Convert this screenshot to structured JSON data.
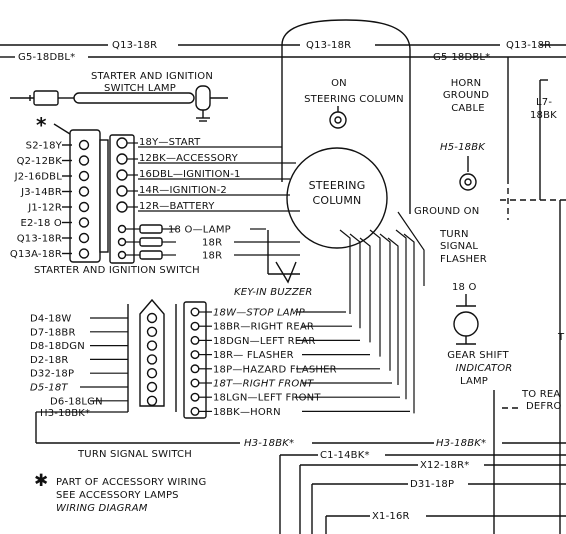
{
  "top": {
    "q13_left": "Q13-18R",
    "g5_left": "G5-18DBL*",
    "q13_mid": "Q13-18R",
    "g5_mid": "G5-18DBL*",
    "q13_right": "Q13-18R"
  },
  "starter_lamp": {
    "line1": "STARTER AND IGNITION",
    "line2": "SWITCH LAMP"
  },
  "steering_on": {
    "line1": "ON",
    "line2": "STEERING COLUMN"
  },
  "horn_ground": {
    "line1": "HORN",
    "line2": "GROUND",
    "line3": "CABLE",
    "wire": "H5-18BK"
  },
  "l7_wire": {
    "line1": "L7-",
    "line2": "18BK"
  },
  "ground_on": "GROUND ON",
  "asterisk": "*",
  "left_connector_wires": [
    "S2-18Y",
    "Q2-12BK",
    "J2-16DBL",
    "J3-14BR",
    "J1-12R",
    "E2-18 O",
    "Q13-18R",
    "Q13A-18R"
  ],
  "switch_terminals": [
    "18Y—START",
    "12BK—ACCESSORY",
    "16DBL—IGNITION-1",
    "14R—IGNITION-2",
    "12R—BATTERY"
  ],
  "lamp_wires": [
    "18 O—LAMP",
    "18R",
    "18R"
  ],
  "steering_column": {
    "line1": "STEERING",
    "line2": "COLUMN"
  },
  "starter_switch_caption": "STARTER AND IGNITION SWITCH",
  "key_buzzer": "KEY-IN BUZZER",
  "flasher": {
    "line1": "TURN",
    "line2": "SIGNAL",
    "line3": "FLASHER"
  },
  "gear_indicator": {
    "wire": "18 O",
    "line1": "GEAR SHIFT",
    "line2": "INDICATOR",
    "line3": "LAMP"
  },
  "turn_left_wires": [
    "D4-18W",
    "D7-18BR",
    "D8-18DGN",
    "D2-18R",
    "D32-18P",
    "D5-18T",
    "D6-18LGN",
    "H3-18BK*"
  ],
  "turn_right_labels": [
    "18W—STOP LAMP",
    "18BR—RIGHT REAR",
    "18DGN—LEFT REAR",
    "18R— FLASHER",
    "18P—HAZARD FLASHER",
    "18T—RIGHT FRONT",
    "18LGN—LEFT FRONT",
    "18BK—HORN"
  ],
  "turn_switch_caption": "TURN SIGNAL SWITCH",
  "bottom_wires": {
    "h3_a": "H3-18BK*",
    "h3_b": "H3-18BK*",
    "c1": "C1-14BK*",
    "x12": "X12-18R*",
    "d31": "D31-18P",
    "x1": "X1-16R"
  },
  "to_rear_defrost": {
    "line1": "TO REA",
    "line2": "DEFRO"
  },
  "right_edge_t": "T",
  "note": {
    "star": "✱",
    "line1": "PART OF ACCESSORY WIRING",
    "line2": "SEE ACCESSORY LAMPS",
    "line3": "WIRING DIAGRAM"
  }
}
